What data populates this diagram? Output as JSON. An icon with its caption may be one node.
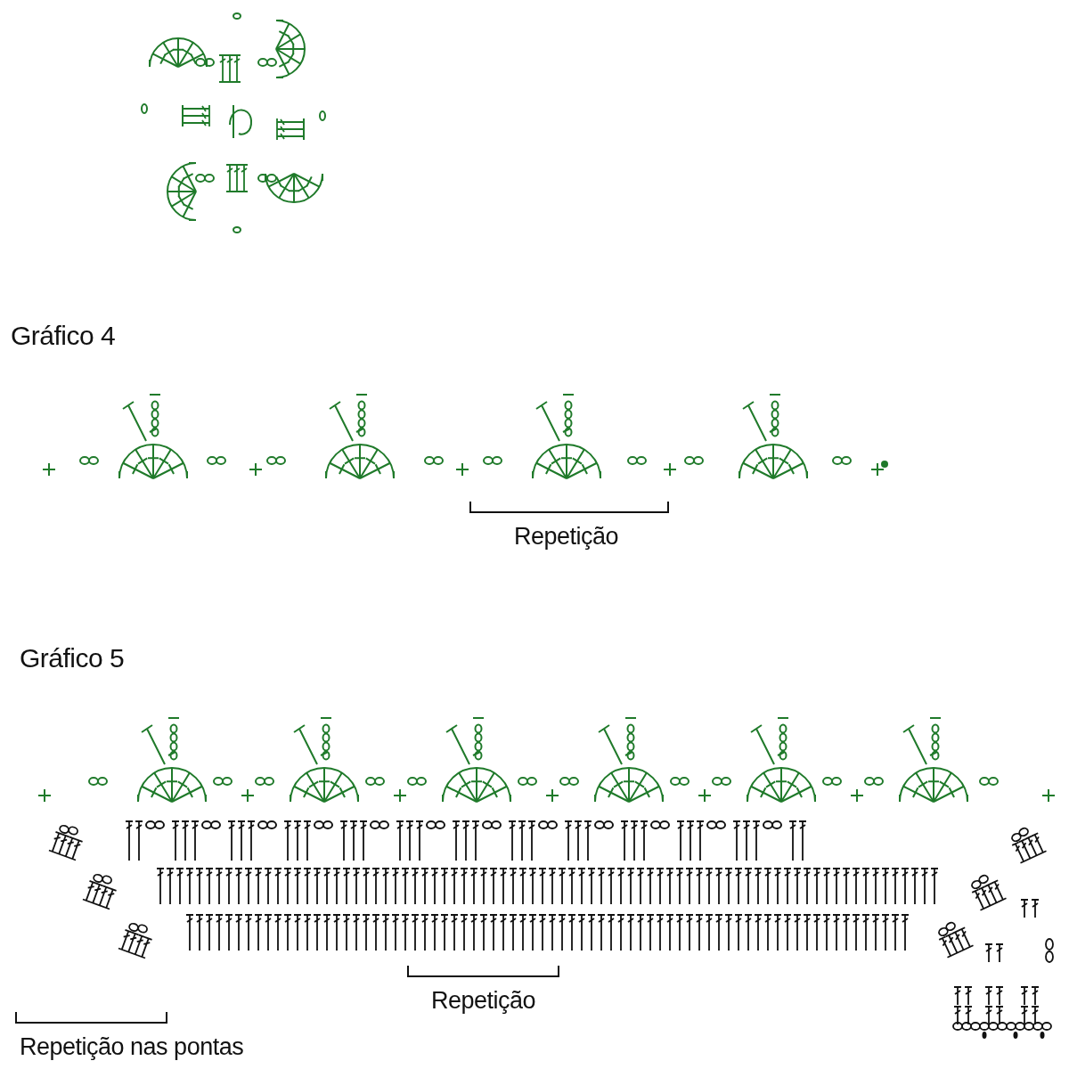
{
  "diagram": {
    "labels": [
      "Gráfico 4",
      "Repetição",
      "Gráfico 5",
      "Repetição",
      "Repetição nas pontas"
    ]
  }
}
